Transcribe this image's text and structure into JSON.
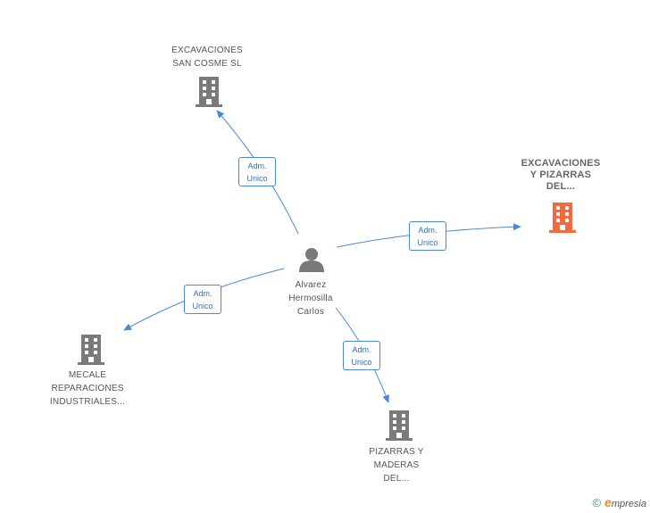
{
  "center": {
    "label_lines": [
      "Alvarez",
      "Hermosilla",
      "Carlos"
    ],
    "icon": "person-icon"
  },
  "companies": [
    {
      "id": "top",
      "label_lines": [
        "EXCAVACIONES",
        "SAN COSME SL"
      ],
      "highlight": false,
      "icon": "building-icon"
    },
    {
      "id": "right",
      "label_lines": [
        "EXCAVACIONES",
        "Y PIZARRAS",
        "DEL..."
      ],
      "highlight": true,
      "icon": "building-icon"
    },
    {
      "id": "left",
      "label_lines": [
        "MECALE",
        "REPARACIONES",
        "INDUSTRIALES..."
      ],
      "highlight": false,
      "icon": "building-icon"
    },
    {
      "id": "bottom",
      "label_lines": [
        "PIZARRAS Y",
        "MADERAS",
        "DEL..."
      ],
      "highlight": false,
      "icon": "building-icon"
    }
  ],
  "edges": [
    {
      "target": "top",
      "lines": [
        "Adm.",
        "Unico"
      ]
    },
    {
      "target": "right",
      "lines": [
        "Adm.",
        "Unico"
      ]
    },
    {
      "target": "left",
      "lines": [
        "Adm.",
        "Unico"
      ]
    },
    {
      "target": "bottom",
      "lines": [
        "Adm.",
        "Unico"
      ]
    }
  ],
  "colors": {
    "edge": "#4a8ad4",
    "building": "#7a7a7a",
    "building_highlight": "#f26a3d",
    "person": "#7a7a7a"
  },
  "footer": {
    "copyright": "©",
    "brand_initial": "e",
    "brand_rest": "mpresia"
  }
}
